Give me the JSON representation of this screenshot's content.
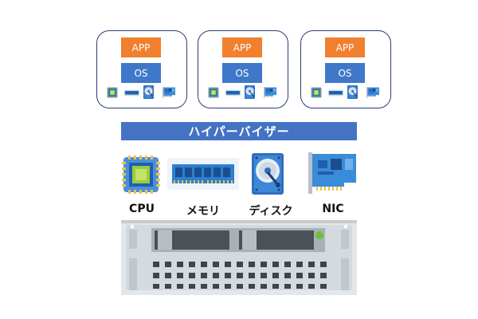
{
  "vm": {
    "app_label": "APP",
    "os_label": "OS"
  },
  "hypervisor": {
    "label": "ハイパーバイザー"
  },
  "hardware": {
    "cpu_label": "CPU",
    "memory_label": "メモリ",
    "disk_label": "ディスク",
    "nic_label": "NIC"
  },
  "colors": {
    "app": "#f07f2e",
    "os": "#3f78c9",
    "hypervisor": "#4573c4",
    "vm_border": "#2c3e74",
    "server_body": "#d9dde0",
    "server_dark": "#3d444a",
    "led": "#6abf3f"
  }
}
